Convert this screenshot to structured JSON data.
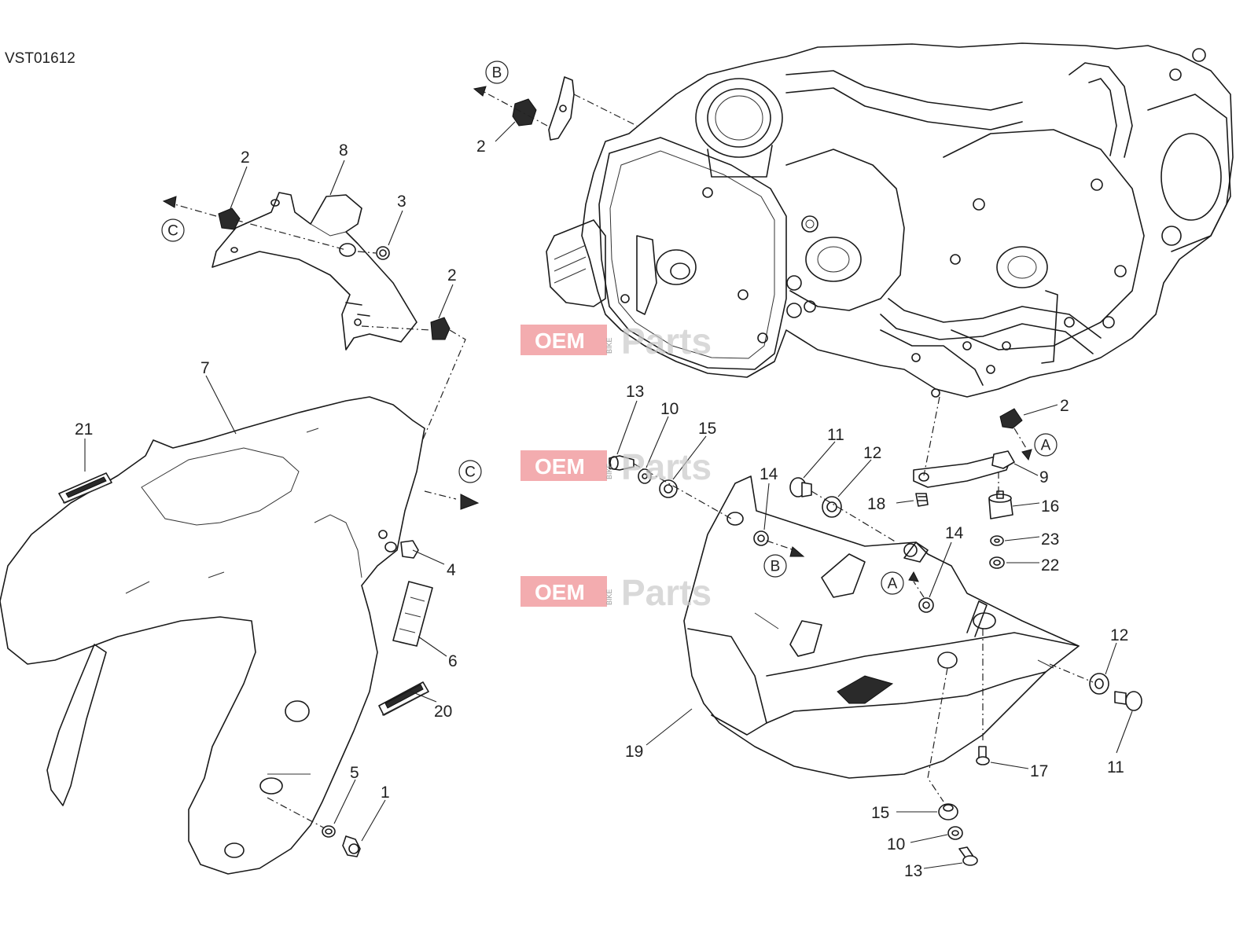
{
  "diagram_code": "VST01612",
  "watermark": {
    "oem": "OEM",
    "bike": "BIKE",
    "parts": "Parts"
  },
  "reference_markers": [
    {
      "id": "ref-b-top",
      "label": "B"
    },
    {
      "id": "ref-c-left",
      "label": "C"
    },
    {
      "id": "ref-c-right",
      "label": "C"
    },
    {
      "id": "ref-a-right",
      "label": "A"
    },
    {
      "id": "ref-b-mid",
      "label": "B"
    },
    {
      "id": "ref-a-mid",
      "label": "A"
    }
  ],
  "part_labels": [
    "2",
    "2",
    "8",
    "3",
    "2",
    "7",
    "21",
    "4",
    "6",
    "20",
    "5",
    "1",
    "13",
    "10",
    "15",
    "14",
    "11",
    "12",
    "2",
    "9",
    "18",
    "16",
    "23",
    "22",
    "14",
    "12",
    "19",
    "11",
    "17",
    "15",
    "10",
    "13"
  ],
  "colors": {
    "line": "#1a1a1a",
    "watermark": "#e9686e"
  }
}
